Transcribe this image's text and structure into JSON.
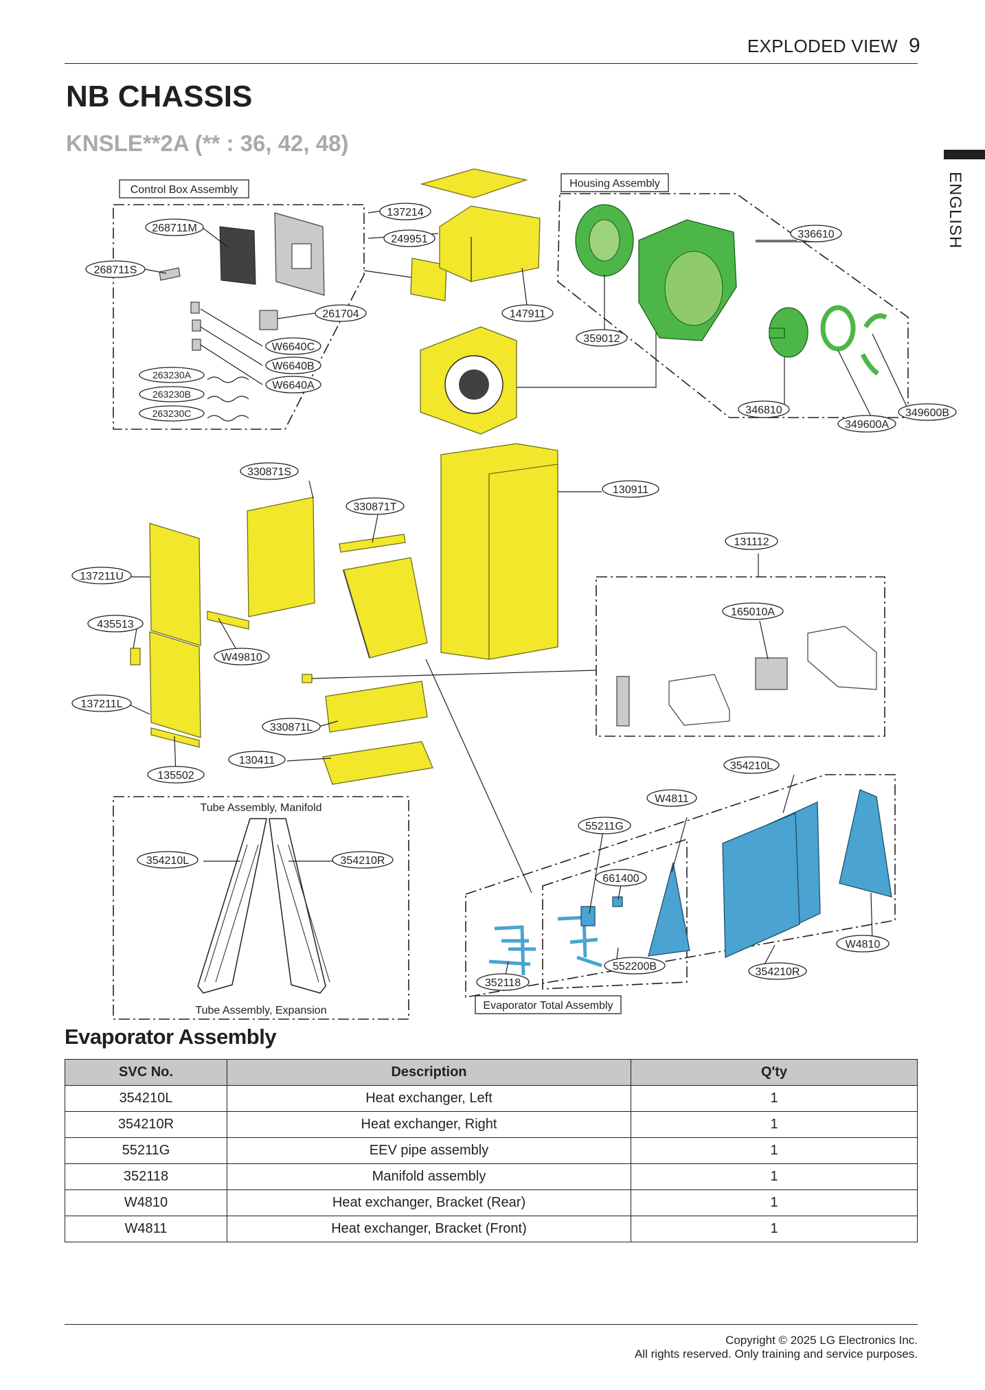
{
  "header": {
    "section": "EXPLODED VIEW",
    "page_number": "9"
  },
  "side_tab": "ENGLISH",
  "title": "NB CHASSIS",
  "subtitle": "KNSLE**2A (** : 36, 42, 48)",
  "groups": {
    "control_box": "Control Box Assembly",
    "housing": "Housing Assembly",
    "manifold": "Tube Assembly, Manifold",
    "expansion": "Tube Assembly, Expansion",
    "evaporator_total": "Evaporator Total Assembly"
  },
  "callouts": {
    "p268711M": "268711M",
    "p268711S": "268711S",
    "p261704": "261704",
    "pW6640C": "W6640C",
    "pW6640B": "W6640B",
    "pW6640A": "W6640A",
    "p263230A": "263230A",
    "p263230B": "263230B",
    "p263230C": "263230C",
    "p137214": "137214",
    "p249951": "249951",
    "p147911": "147911",
    "p359012": "359012",
    "p336610": "336610",
    "p346810": "346810",
    "p349600A": "349600A",
    "p349600B": "349600B",
    "p330871S": "330871S",
    "p330871T": "330871T",
    "p130911": "130911",
    "p131112": "131112",
    "p165010A": "165010A",
    "p137211U": "137211U",
    "p435513": "435513",
    "pW49810": "W49810",
    "p137211L": "137211L",
    "p330871L": "330871L",
    "p130411": "130411",
    "p135502": "135502",
    "p354210L_top": "354210L",
    "pW4811": "W4811",
    "p55211G": "55211G",
    "p661400": "661400",
    "p354210L_tube": "354210L",
    "p354210R_tube": "354210R",
    "p352118": "352118",
    "p552200B": "552200B",
    "p354210R": "354210R",
    "pW4810": "W4810"
  },
  "section_title": "Evaporator Assembly",
  "table": {
    "headers": [
      "SVC No.",
      "Description",
      "Q'ty"
    ],
    "rows": [
      [
        "354210L",
        "Heat exchanger, Left",
        "1"
      ],
      [
        "354210R",
        "Heat exchanger, Right",
        "1"
      ],
      [
        "55211G",
        "EEV pipe assembly",
        "1"
      ],
      [
        "352118",
        "Manifold assembly",
        "1"
      ],
      [
        "W4810",
        "Heat exchanger, Bracket (Rear)",
        "1"
      ],
      [
        "W4811",
        "Heat exchanger, Bracket (Front)",
        "1"
      ]
    ]
  },
  "footer": {
    "line1": "Copyright © 2025 LG Electronics Inc.",
    "line2": "All rights reserved. Only training and service purposes."
  },
  "colors": {
    "yellow_part": "#f2e72a",
    "green_part": "#4cb748",
    "blue_part": "#4aa3d1",
    "gray_part": "#c9cacc",
    "table_header": "#c7c8ca"
  }
}
